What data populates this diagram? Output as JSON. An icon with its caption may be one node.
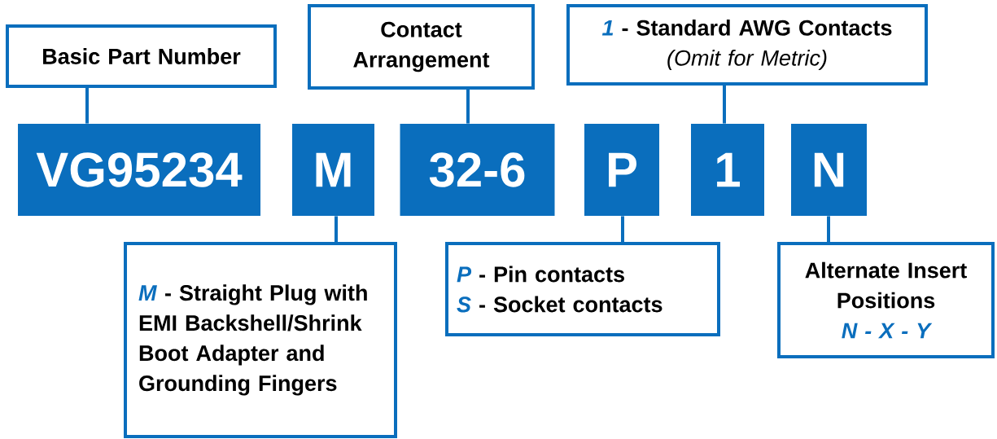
{
  "diagram": {
    "nodes": [
      {
        "text": [
          "Basic Part Number"
        ]
      },
      {
        "text": [
          "Contact Arrangement"
        ]
      },
      {
        "text": [
          "*1* - Standard AWG Contacts",
          "(Omit for Metric)"
        ]
      },
      {
        "text": [
          "VG95234"
        ]
      },
      {
        "text": [
          "M"
        ]
      },
      {
        "text": [
          "32-6"
        ]
      },
      {
        "text": [
          "P"
        ]
      },
      {
        "text": [
          "1"
        ]
      },
      {
        "text": [
          "N"
        ]
      },
      {
        "text": [
          "*M* - Straight Plug with EMI Backshell/Shrink Boot Adapter and Grounding Fingers"
        ]
      },
      {
        "text": [
          "*P* - Pin contacts",
          "*S* - Socket contacts"
        ]
      },
      {
        "text": [
          "Alternate Insert Positions",
          "N - X - Y"
        ]
      }
    ],
    "edges": [
      {
        "from": 0,
        "to": 3,
        "arrow": "none"
      },
      {
        "from": 1,
        "to": 5,
        "arrow": "none"
      },
      {
        "from": 2,
        "to": 7,
        "arrow": "none"
      },
      {
        "from": 4,
        "to": 9,
        "arrow": "none"
      },
      {
        "from": 6,
        "to": 10,
        "arrow": "none"
      },
      {
        "from": 8,
        "to": 11,
        "arrow": "none"
      }
    ]
  }
}
